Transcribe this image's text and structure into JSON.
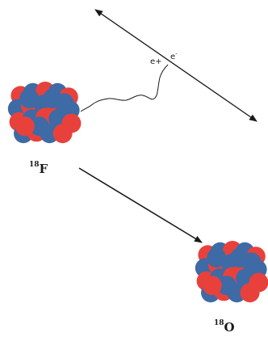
{
  "labels": {
    "parent_mass": "18",
    "parent_symbol": "F",
    "daughter_mass": "18",
    "daughter_symbol": "O",
    "positron_base": "e",
    "positron_charge": "+",
    "electron_base": "e",
    "electron_charge": "-"
  },
  "colors": {
    "proton": "#e8413c",
    "neutron": "#3e6aa6",
    "line": "#1a1a1a"
  }
}
